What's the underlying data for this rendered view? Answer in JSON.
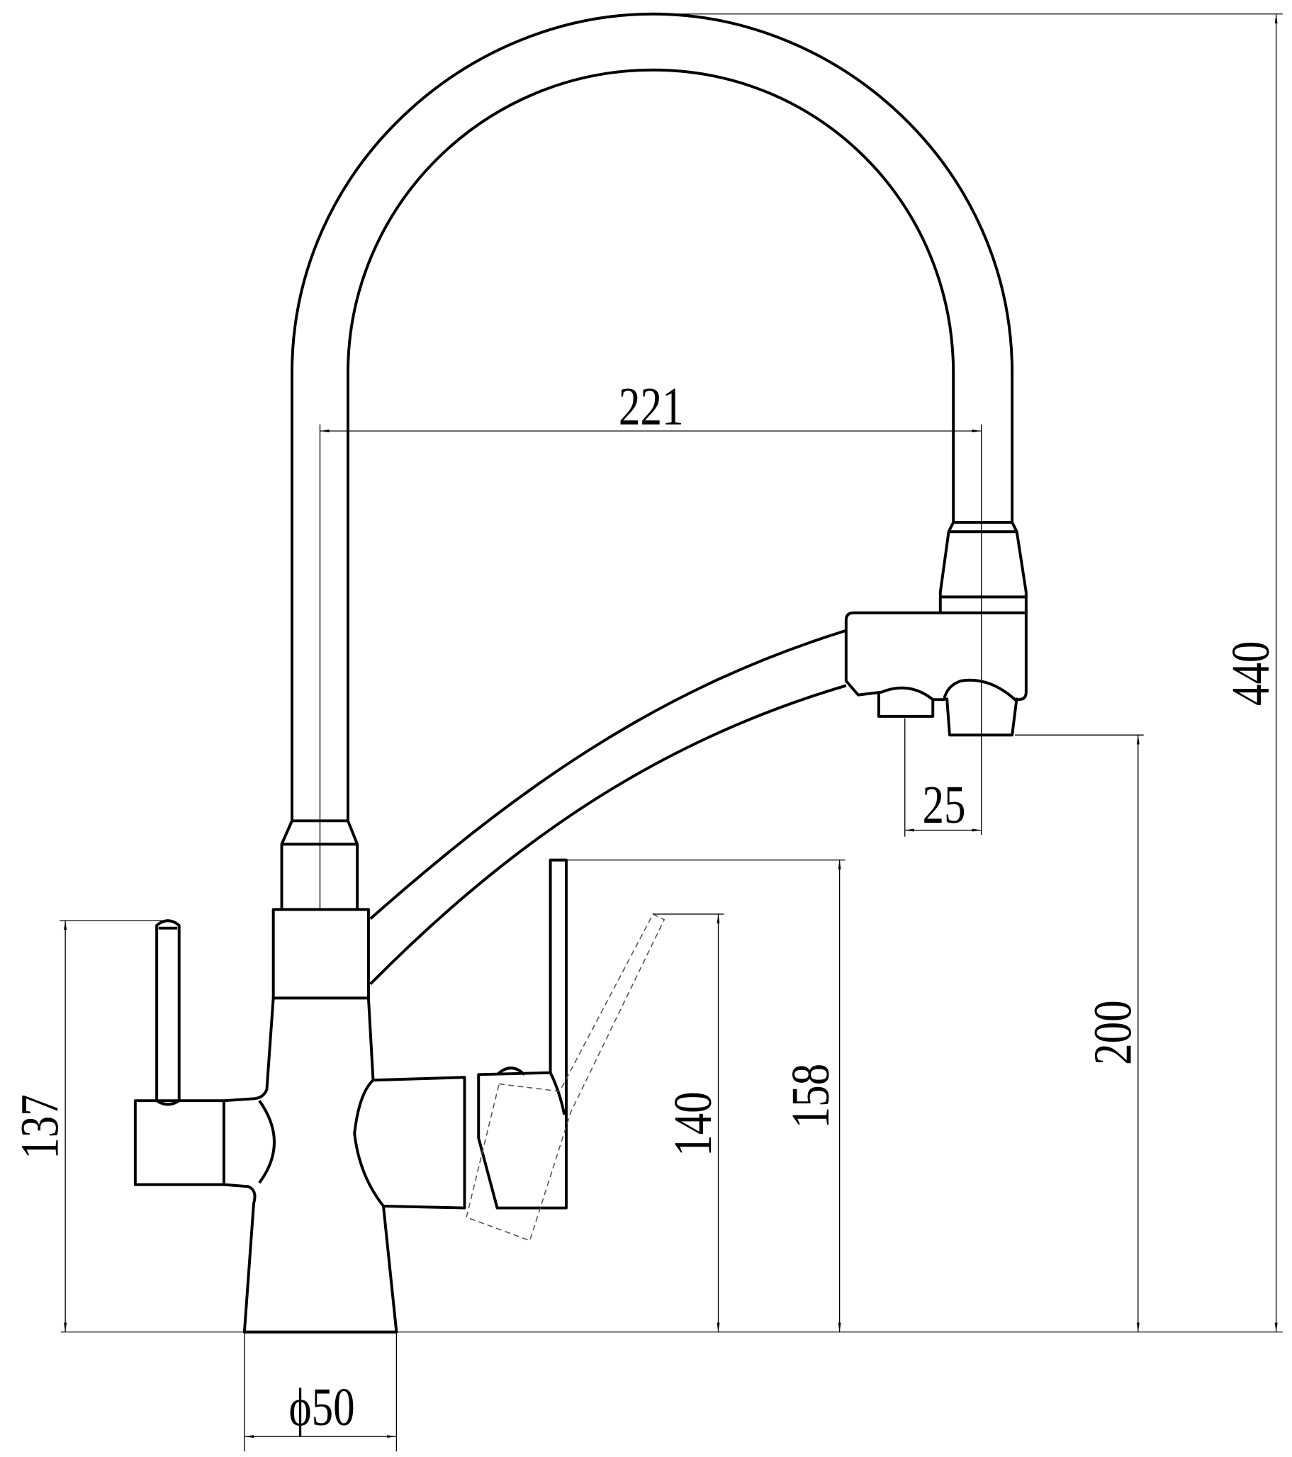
{
  "drawing": {
    "subject": "faucet",
    "units": "mm",
    "dimensions": {
      "spout_reach": "221",
      "nozzle_offset": "25",
      "total_height": "440",
      "spout_outlet_height": "200",
      "lever_height": "158",
      "lever_tilted_height": "140",
      "filter_lever_height": "137",
      "base_diameter": "ϕ50"
    },
    "colors": {
      "line": "#000000",
      "background": "#ffffff"
    }
  }
}
